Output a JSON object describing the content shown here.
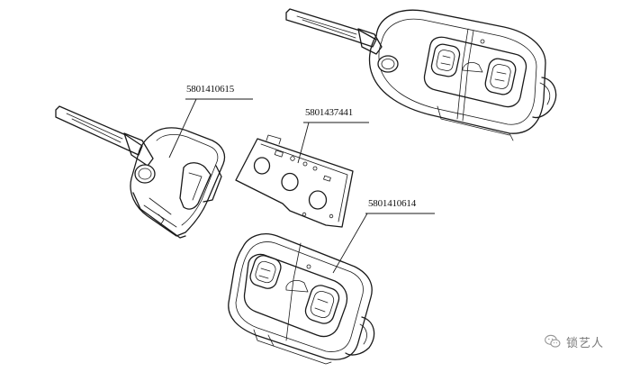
{
  "parts": [
    {
      "id": "key-shell-blade",
      "part_number": "5801410615"
    },
    {
      "id": "circuit-board",
      "part_number": "5801437441"
    },
    {
      "id": "remote-housing",
      "part_number": "5801410614"
    }
  ],
  "watermark": {
    "text": "锁艺人",
    "icon": "wechat-icon",
    "color": "#6b6b6b"
  },
  "colors": {
    "line": "#1a1a1a",
    "background": "#ffffff"
  }
}
